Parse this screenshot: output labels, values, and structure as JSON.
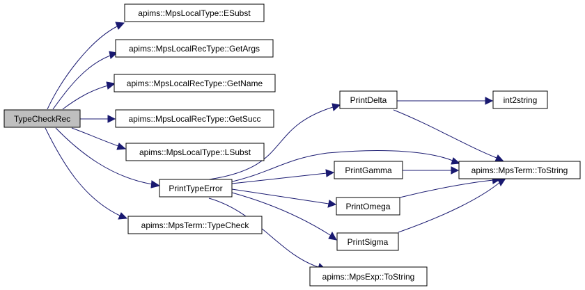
{
  "diagram": {
    "type": "call-graph",
    "colors": {
      "edge": "#191970",
      "root_fill": "#bfbfbf",
      "node_fill": "#ffffff",
      "border": "#000000"
    },
    "nodes": {
      "root": "TypeCheckRec",
      "esubst": "apims::MpsLocalType::ESubst",
      "getargs": "apims::MpsLocalRecType::GetArgs",
      "getname": "apims::MpsLocalRecType::GetName",
      "getsucc": "apims::MpsLocalRecType::GetSucc",
      "lsubst": "apims::MpsLocalType::LSubst",
      "printtypeerror": "PrintTypeError",
      "typecheck": "apims::MpsTerm::TypeCheck",
      "printdelta": "PrintDelta",
      "int2string": "int2string",
      "printgamma": "PrintGamma",
      "tostring_term": "apims::MpsTerm::ToString",
      "printomega": "PrintOmega",
      "printsigma": "PrintSigma",
      "tostring_exp": "apims::MpsExp::ToString"
    },
    "edges": [
      [
        "root",
        "esubst"
      ],
      [
        "root",
        "getargs"
      ],
      [
        "root",
        "getname"
      ],
      [
        "root",
        "getsucc"
      ],
      [
        "root",
        "lsubst"
      ],
      [
        "root",
        "printtypeerror"
      ],
      [
        "root",
        "typecheck"
      ],
      [
        "printtypeerror",
        "printdelta"
      ],
      [
        "printtypeerror",
        "tostring_term"
      ],
      [
        "printtypeerror",
        "printgamma"
      ],
      [
        "printtypeerror",
        "printomega"
      ],
      [
        "printtypeerror",
        "printsigma"
      ],
      [
        "printtypeerror",
        "tostring_exp"
      ],
      [
        "printdelta",
        "int2string"
      ],
      [
        "printdelta",
        "tostring_term"
      ],
      [
        "printgamma",
        "tostring_term"
      ],
      [
        "printomega",
        "tostring_term"
      ],
      [
        "printsigma",
        "tostring_term"
      ]
    ]
  }
}
